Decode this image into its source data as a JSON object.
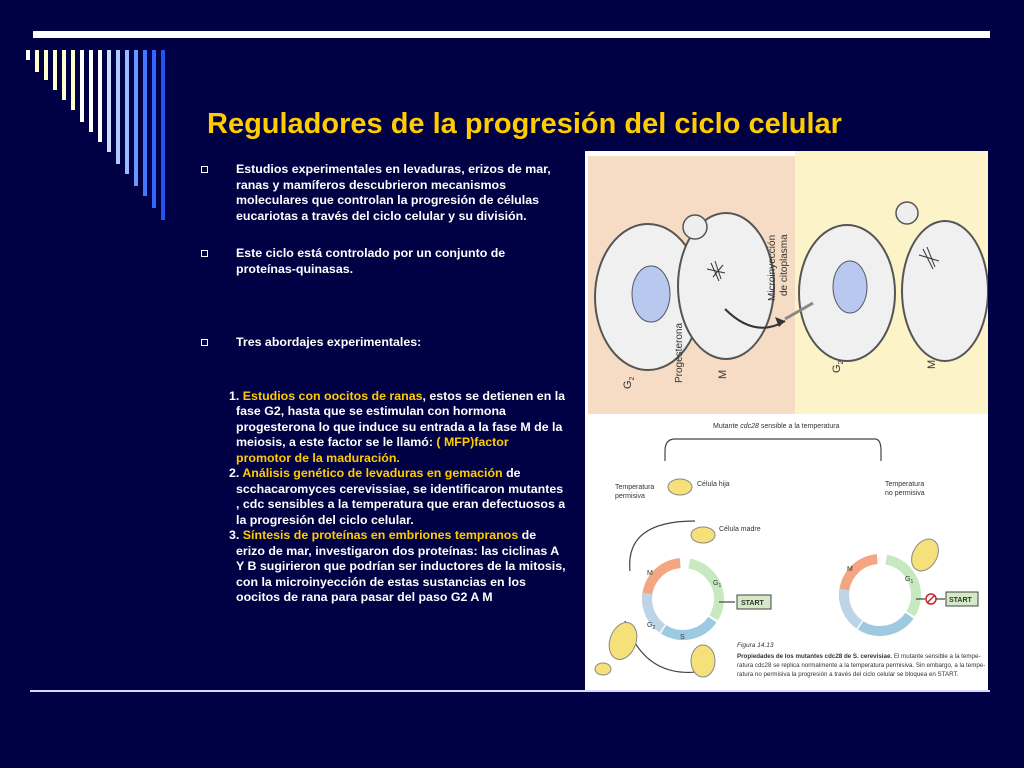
{
  "slide": {
    "title": "Reguladores de la progresión del ciclo celular",
    "bullets": [
      "Estudios experimentales en levaduras, erizos de mar, ranas y mamíferos  descubrieron mecanismos moleculares que controlan la progresión de células eucariotas a través del ciclo celular y su división.",
      "Este ciclo está controlado por un conjunto de proteínas-quinasas.",
      "Tres abordajes experimentales:"
    ],
    "items": [
      {
        "number": "1.",
        "highlight": "Estudios con oocitos de ranas",
        "text": ", estos se detienen en la fase G2, hasta que se estimulan con hormona progesterona lo que induce su entrada a la fase M de la meiosis, a este factor se le llamó:",
        "highlight2": " ( MFP)factor promotor de la maduración."
      },
      {
        "number": "2.",
        "highlight": "Análisis genético de levaduras en gemación",
        "text": " de scchacaromyces cerevissiae, se identificaron mutantes , cdc sensibles a la temperatura que eran defectuosos  a la progresión del ciclo celular."
      },
      {
        "number": "3.",
        "highlight": "Síntesis de proteínas en embriones tempranos",
        "text": " de erizo de mar, investigaron dos proteínas: las ciclinas A Y B sugirieron que podrían ser inductores de la mitosis, con la microinyección de estas sustancias en los oocitos de rana para pasar del paso G2 A M"
      }
    ]
  },
  "figure_top": {
    "label_progesterona": "Progesterona",
    "label_microinyeccion_1": "Microinyección",
    "label_microinyeccion_2": "de citoplasma",
    "label_g2": "G",
    "label_g2_sub": "2",
    "label_m": "M"
  },
  "figure_bottom": {
    "mutant_title_pre": "Mutante ",
    "mutant_title_gene": "cdc28",
    "mutant_title_post": " sensible a la temperatura",
    "temp_permisiva_1": "Temperatura",
    "temp_permisiva_2": "permisiva",
    "temp_no_permisiva_1": "Temperatura",
    "temp_no_permisiva_2": "no permisiva",
    "celula_hija": "Célula hija",
    "celula_madre": "Célula madre",
    "start": "START",
    "phase_m": "M",
    "phase_g1": "G",
    "phase_g1_sub": "1",
    "phase_s": "S",
    "phase_g2": "G",
    "phase_g2_sub": "2",
    "figure_number": "Figura 14.13",
    "caption_bold": "Propiedades de los mutantes cdc28 de S. cerevisiae.",
    "caption_1": " El mutante sensible a la tempe-",
    "caption_2": "ratura cdc28 se replica normalmente a la temperatura permisiva. Sin embargo, a la tempe-",
    "caption_3": "ratura no permisiva la progresión a través del ciclo celular se bloquea en START."
  },
  "colors": {
    "background": "#000044",
    "title": "#ffcc00",
    "highlight": "#ffcc00",
    "text": "#ffffff",
    "fig_left_bg": "#f6dcc4",
    "fig_right_bg": "#fdf3c8"
  }
}
